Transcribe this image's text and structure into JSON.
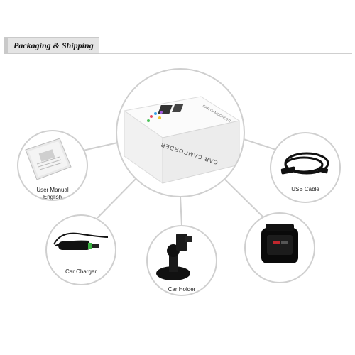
{
  "banner": {
    "title": "Packaging & Shipping"
  },
  "box": {
    "side_text": "CAR CAMCORDER",
    "top_text": "CAR CAMCORDER"
  },
  "items": {
    "manual_line1": "User Manual",
    "manual_line2": "English",
    "usb": "USB Cable",
    "charger": "Car Charger",
    "holder": "Car Holder"
  },
  "colors": {
    "ring": "#cfcfcf",
    "banner_bg": "#e4e4e4",
    "charger_accent": "#3cb043"
  }
}
